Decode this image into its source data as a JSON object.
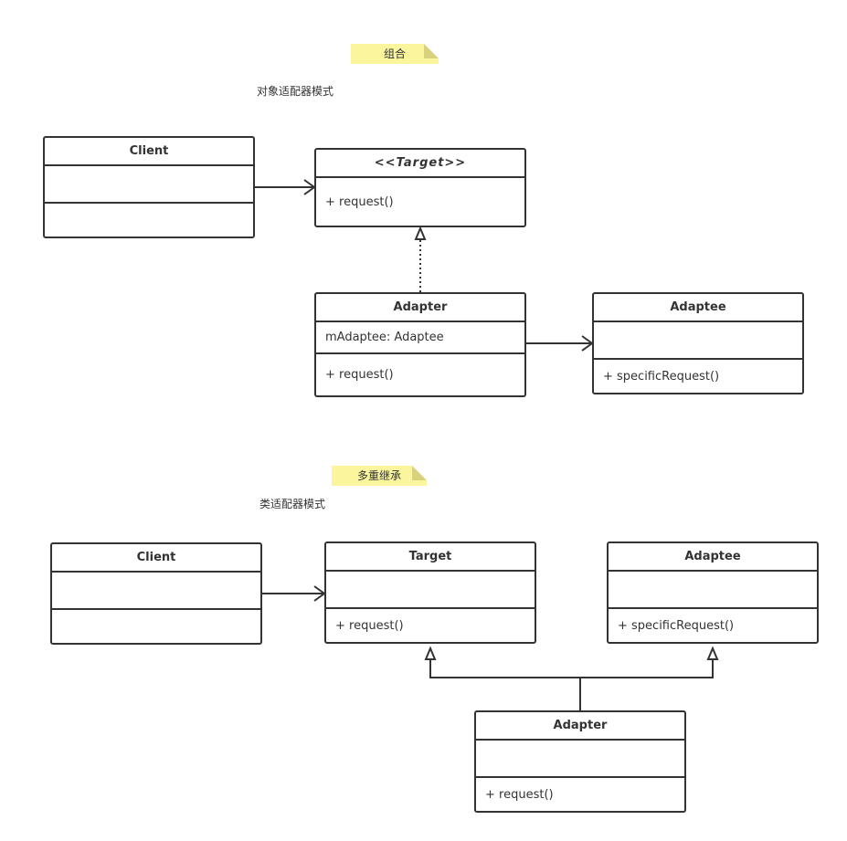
{
  "notes": {
    "combination": "组合",
    "multiple_inheritance": "多重继承"
  },
  "captions": {
    "object_adapter": "对象适配器模式",
    "class_adapter": "类适配器模式"
  },
  "object_adapter_diagram": {
    "client": {
      "name": "Client",
      "attributes": "",
      "operations": ""
    },
    "target": {
      "name": "<<Target>>",
      "operations": "+ request()"
    },
    "adapter": {
      "name": "Adapter",
      "attributes": "mAdaptee: Adaptee",
      "operations": "+ request()"
    },
    "adaptee": {
      "name": "Adaptee",
      "attributes": "",
      "operations": "+ specificRequest()"
    }
  },
  "class_adapter_diagram": {
    "client": {
      "name": "Client",
      "attributes": "",
      "operations": ""
    },
    "target": {
      "name": "Target",
      "attributes": "",
      "operations": "+ request()"
    },
    "adaptee": {
      "name": "Adaptee",
      "attributes": "",
      "operations": "+ specificRequest()"
    },
    "adapter": {
      "name": "Adapter",
      "attributes": "",
      "operations": "+ request()"
    }
  },
  "colors": {
    "note_fill": "#fbf69e",
    "stroke": "#333333"
  }
}
